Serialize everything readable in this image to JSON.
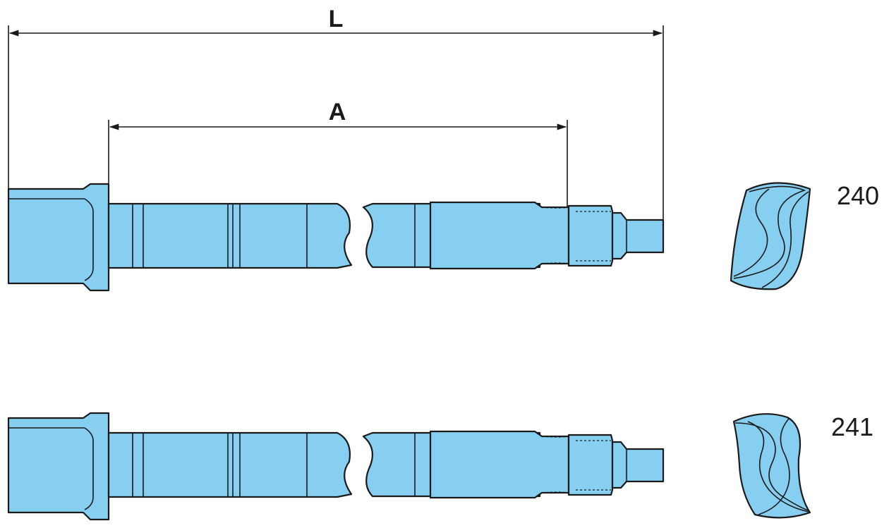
{
  "colors": {
    "part_fill": "#87cff1",
    "line": "#1a1a1a",
    "background": "#ffffff"
  },
  "dimensions": {
    "overall_length_label": "L",
    "a_length_label": "A"
  },
  "variants": [
    {
      "number": "240",
      "end_profile": "s-curve"
    },
    {
      "number": "241",
      "end_profile": "s-curve-mirrored"
    }
  ]
}
